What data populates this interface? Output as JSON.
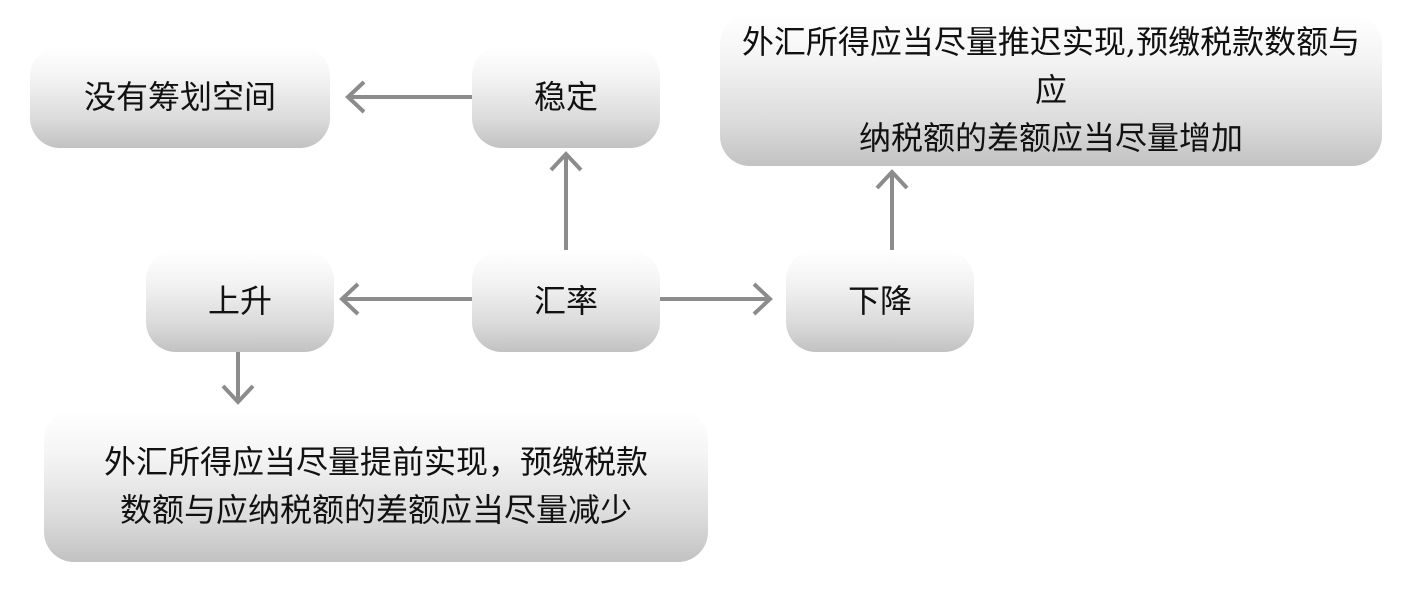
{
  "center": {
    "label": "汇率"
  },
  "stable": {
    "label": "稳定",
    "result": "没有筹划空间"
  },
  "rise": {
    "label": "上升",
    "result_lines": [
      "外汇所得应当尽量提前实现，预缴税款",
      "数额与应纳税额的差额应当尽量减少"
    ]
  },
  "fall": {
    "label": "下降",
    "result_lines": [
      "外汇所得应当尽量推迟实现,预缴税款数额与应",
      "纳税额的差额应当尽量增加"
    ]
  },
  "colors": {
    "arrow": "#8c8c8c",
    "box_top": "#ffffff",
    "box_bottom": "#c2c2c2",
    "text": "#111111"
  }
}
